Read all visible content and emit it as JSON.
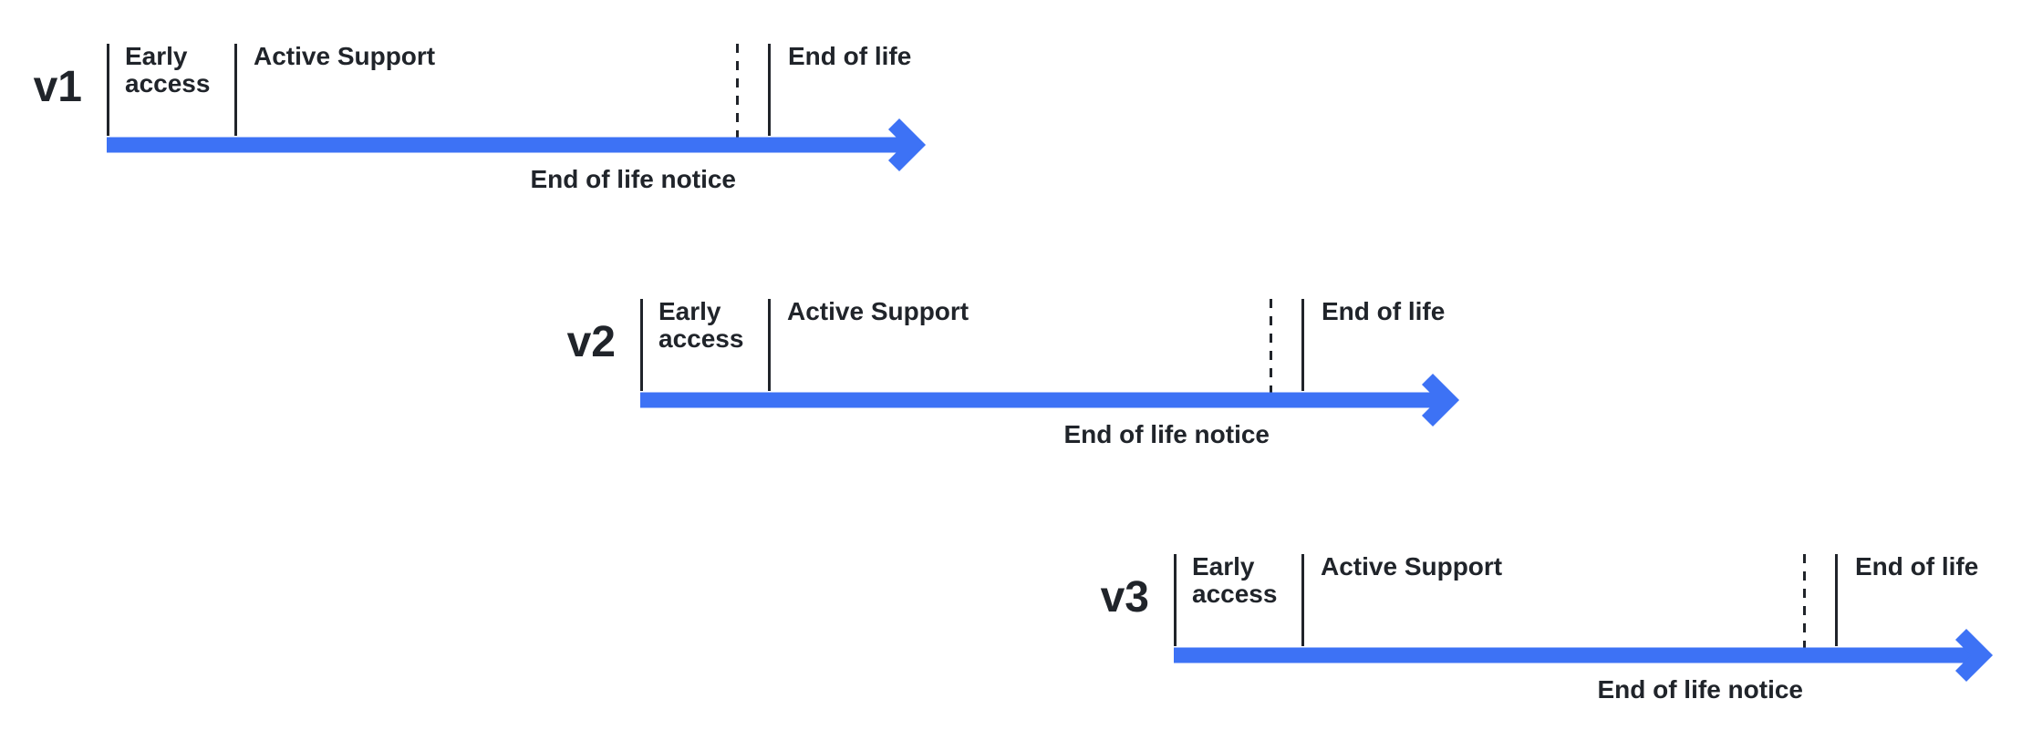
{
  "colors": {
    "arrow_blue": "#3d72f5",
    "ink": "#20242a",
    "background": "#ffffff"
  },
  "timelines": [
    {
      "version": "v1",
      "stages": {
        "early_access": "Early access",
        "active_support": "Active Support",
        "end_of_life": "End of life",
        "end_of_life_notice": "End of life notice"
      }
    },
    {
      "version": "v2",
      "stages": {
        "early_access": "Early access",
        "active_support": "Active Support",
        "end_of_life": "End of life",
        "end_of_life_notice": "End of life notice"
      }
    },
    {
      "version": "v3",
      "stages": {
        "early_access": "Early access",
        "active_support": "Active Support",
        "end_of_life": "End of life",
        "end_of_life_notice": "End of life notice"
      }
    }
  ]
}
